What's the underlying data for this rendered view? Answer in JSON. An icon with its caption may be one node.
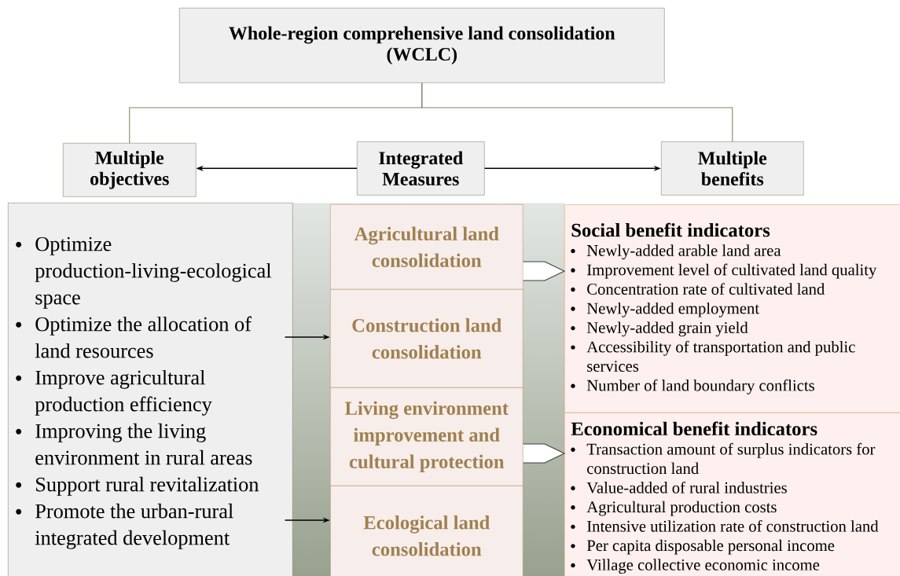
{
  "diagram": {
    "nodes": [
      {
        "text": [
          "Whole-region comprehensive land consolidation (WCLC)"
        ]
      },
      {
        "text": [
          "Multiple objectives"
        ]
      },
      {
        "text": [
          "Integrated Measures"
        ]
      },
      {
        "text": [
          "Multiple benefits"
        ]
      },
      {
        "text": [
          "Optimize production-living-ecological space",
          "Optimize the allocation of land resources",
          "Improve agricultural production efficiency",
          "Improving the living environment in rural areas",
          "Support rural revitalization",
          "Promote the urban-rural integrated development"
        ]
      },
      {
        "text": [
          "Agricultural land consolidation"
        ]
      },
      {
        "text": [
          "Construction land consolidation"
        ]
      },
      {
        "text": [
          "Living environment improvement and cultural protection"
        ]
      },
      {
        "text": [
          "Ecological land consolidation"
        ]
      },
      {
        "text": [
          "Social benefit indicators",
          "Newly-added arable land area",
          "Improvement level of cultivated land quality",
          "Concentration rate of cultivated land",
          "Newly-added employment",
          "Newly-added grain yield",
          "Accessibility of transportation and public services",
          "Number of land boundary conflicts"
        ]
      },
      {
        "text": [
          "Economical benefit indicators",
          "Transaction amount of surplus indicators for construction land",
          "Value-added of rural industries",
          "Agricultural production costs",
          "Intensive utilization rate of construction land",
          "Per capita disposable personal income",
          "Village collective economic income"
        ]
      }
    ],
    "edges": [
      {
        "from": 0,
        "to": 1,
        "arrow": "none",
        "color": "#828264"
      },
      {
        "from": 0,
        "to": 3,
        "arrow": "none",
        "color": "#828264"
      },
      {
        "from": 2,
        "to": 1,
        "arrow": "to"
      },
      {
        "from": 2,
        "to": 3,
        "arrow": "to"
      },
      {
        "from": 4,
        "to": 6,
        "arrow": "to"
      },
      {
        "from": 4,
        "to": 8,
        "arrow": "to"
      },
      {
        "from": 5,
        "to": 9,
        "arrow": "to"
      },
      {
        "from": 7,
        "to": 10,
        "arrow": "to"
      }
    ]
  }
}
